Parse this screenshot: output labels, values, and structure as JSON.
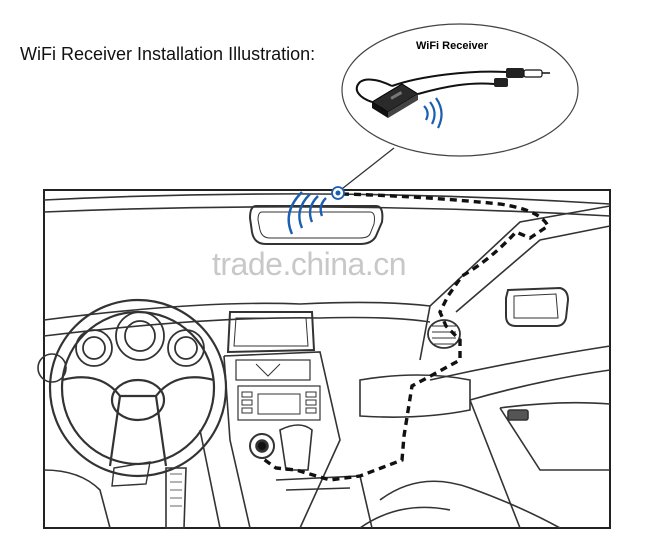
{
  "title": "WiFi Receiver Installation Illustration:",
  "callout": {
    "label": "WiFi Receiver"
  },
  "watermark": "trade.china.cn",
  "icons": [
    "wifi-receiver-device-icon",
    "wifi-signal-icon",
    "car-interior-illustration"
  ]
}
